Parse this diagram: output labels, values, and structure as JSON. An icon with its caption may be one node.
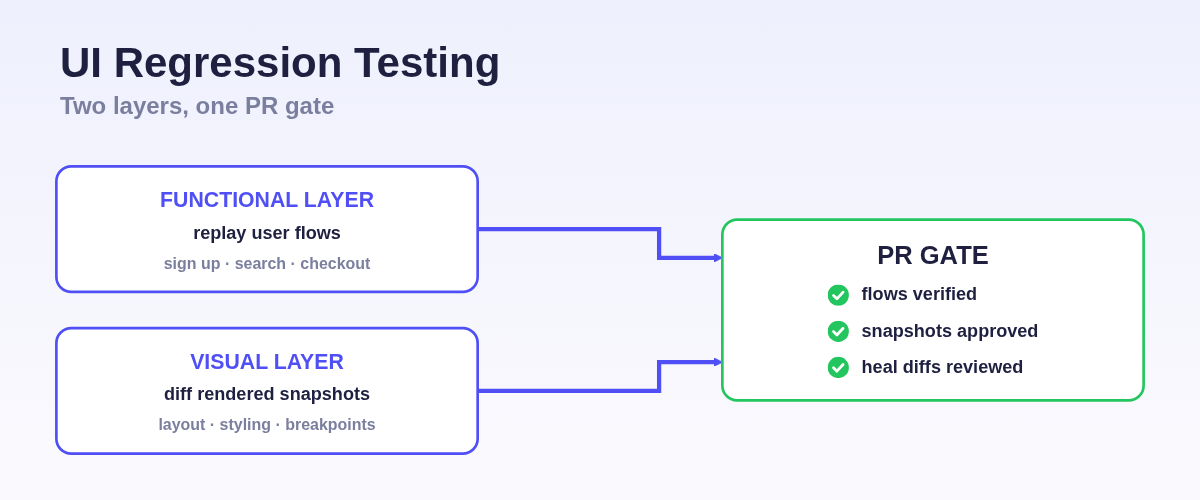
{
  "diagram": {
    "title": "UI Regression Testing",
    "nodes": [
      {
        "text": [
          "FUNCTIONAL LAYER",
          "replay user flows",
          "sign up · search · checkout"
        ]
      },
      {
        "text": [
          "VISUAL LAYER",
          "diff rendered snapshots",
          "layout · styling · breakpoints"
        ]
      },
      {
        "text": [
          "PR GATE",
          "flows verified",
          "snapshots approved",
          "heal diffs reviewed"
        ]
      }
    ],
    "edges": [
      {
        "from": 0,
        "to": 2,
        "arrow": "to"
      },
      {
        "from": 1,
        "to": 2,
        "arrow": "to"
      }
    ],
    "labels": [
      "Two layers, one PR gate"
    ]
  }
}
